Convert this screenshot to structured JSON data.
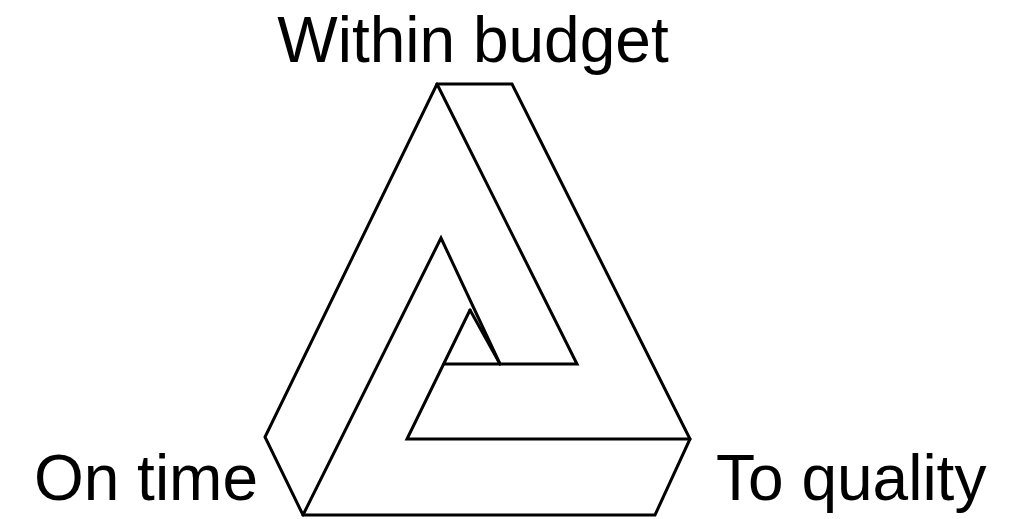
{
  "diagram": {
    "labels": [
      "Within budget",
      "On time",
      "To quality"
    ]
  }
}
